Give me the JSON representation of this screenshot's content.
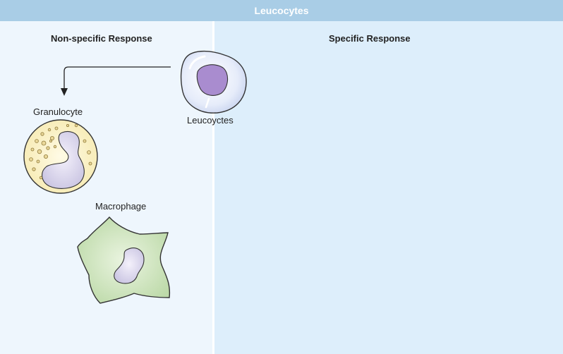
{
  "banner": {
    "title": "Leucocytes"
  },
  "panels": {
    "left": {
      "heading": "Non-specific Response"
    },
    "right": {
      "heading": "Specific Response"
    }
  },
  "cells": {
    "leucocyte": {
      "label": "Leucoyctes",
      "icon": "lymphocyte-cell-icon"
    },
    "granulocyte": {
      "label": "Granulocyte",
      "icon": "granulocyte-cell-icon"
    },
    "macrophage": {
      "label": "Macrophage",
      "icon": "macrophage-cell-icon"
    }
  },
  "colors": {
    "banner": "#a9cde6",
    "left_panel": "#eef6fd",
    "right_panel": "#ddeefb",
    "nucleus": "#a98ccf",
    "granulocyte_fill": "#fbf3c8",
    "macrophage_fill": "#cde5bd"
  }
}
